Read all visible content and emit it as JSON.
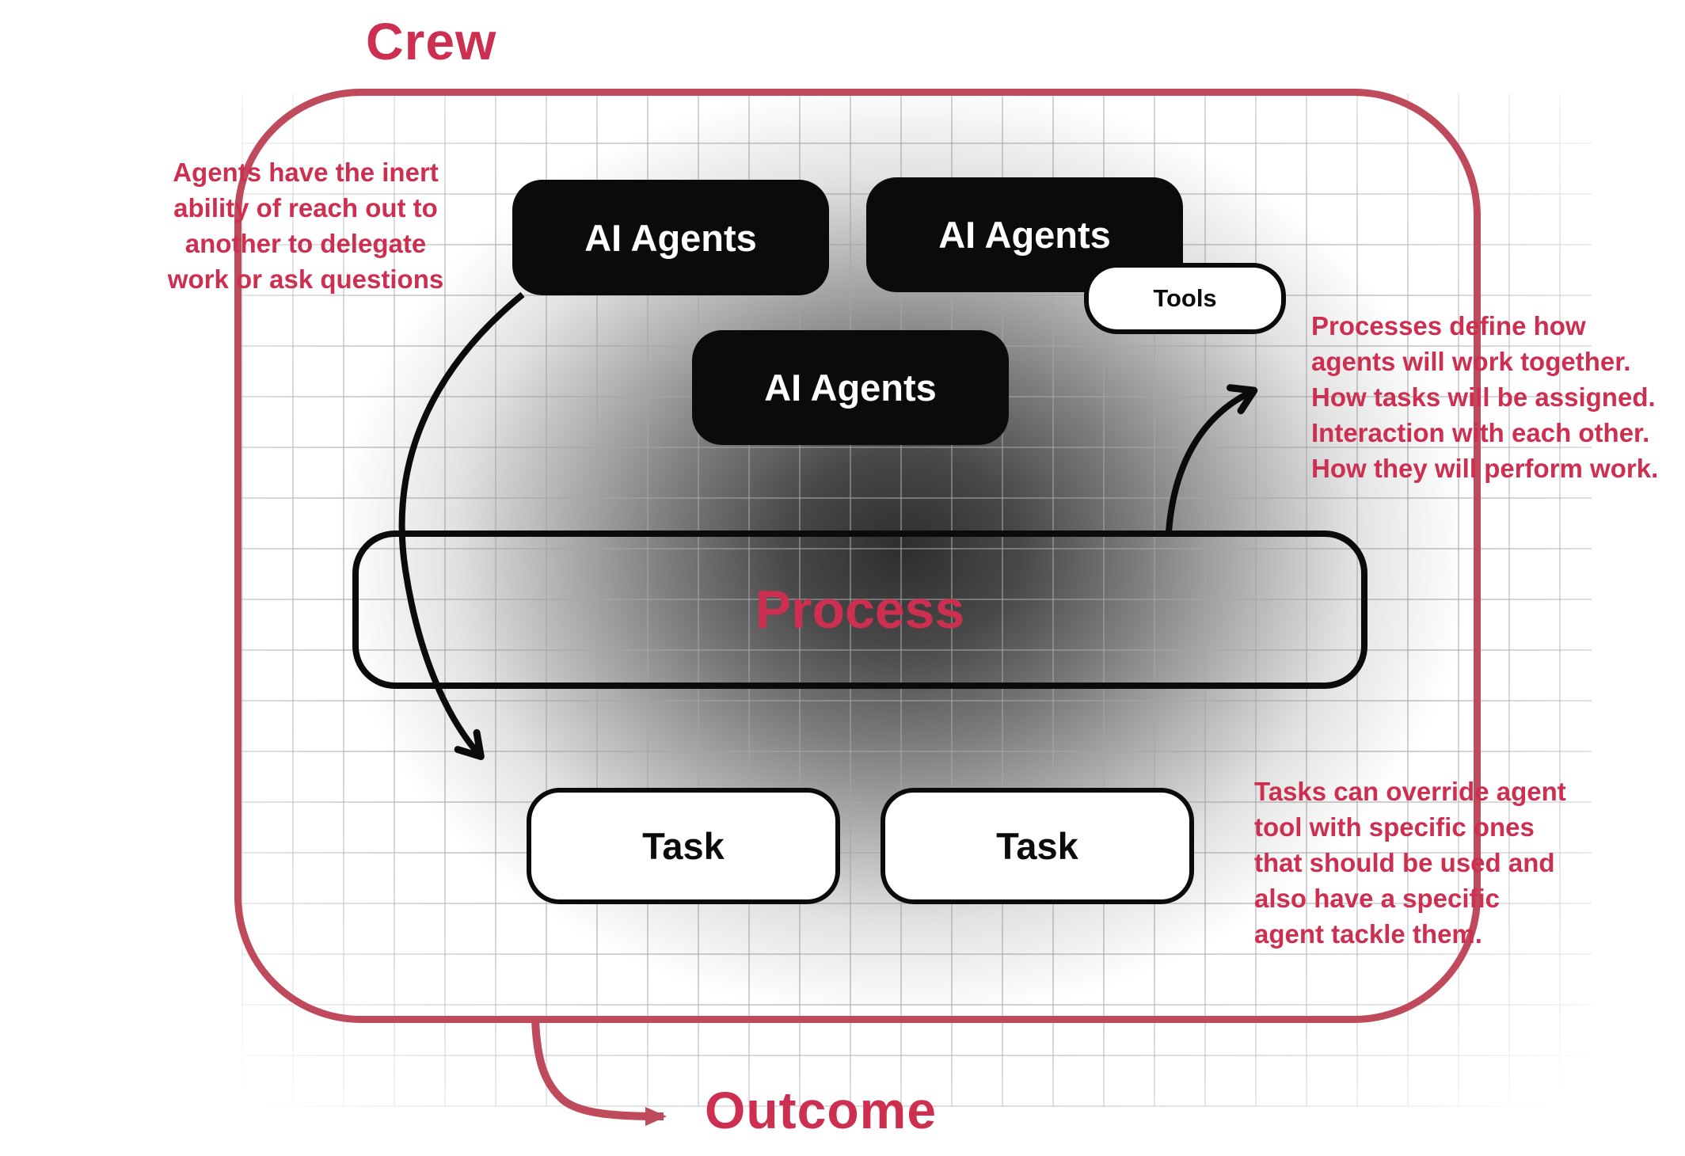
{
  "diagram": {
    "title": "Crew",
    "outcome_label": "Outcome",
    "process_label": "Process",
    "tools_label": "Tools",
    "agents": [
      "AI Agents",
      "AI Agents",
      "AI Agents"
    ],
    "tasks": [
      "Task",
      "Task"
    ],
    "annotations": {
      "left": [
        "Agents have the inert",
        "ability of reach out to",
        "another to delegate",
        "work or ask questions"
      ],
      "right_top": [
        "Processes define how",
        "agents will work together.",
        "How tasks will be assigned.",
        "Interaction with each other.",
        "How they will perform work."
      ],
      "right_bottom": [
        "Tasks can override agent",
        "tool with specific ones",
        "that should be used and",
        "also have a specific",
        "agent tackle them."
      ]
    },
    "arrows": [
      "agent-to-task-delegation-arrow",
      "process-to-annotation-arrow",
      "crew-to-outcome-arrow"
    ],
    "colors": {
      "accent": "#CD2F50",
      "border_accent": "#BE4A5C",
      "node_black": "#0B0B0B",
      "background": "#FFFFFF"
    }
  }
}
